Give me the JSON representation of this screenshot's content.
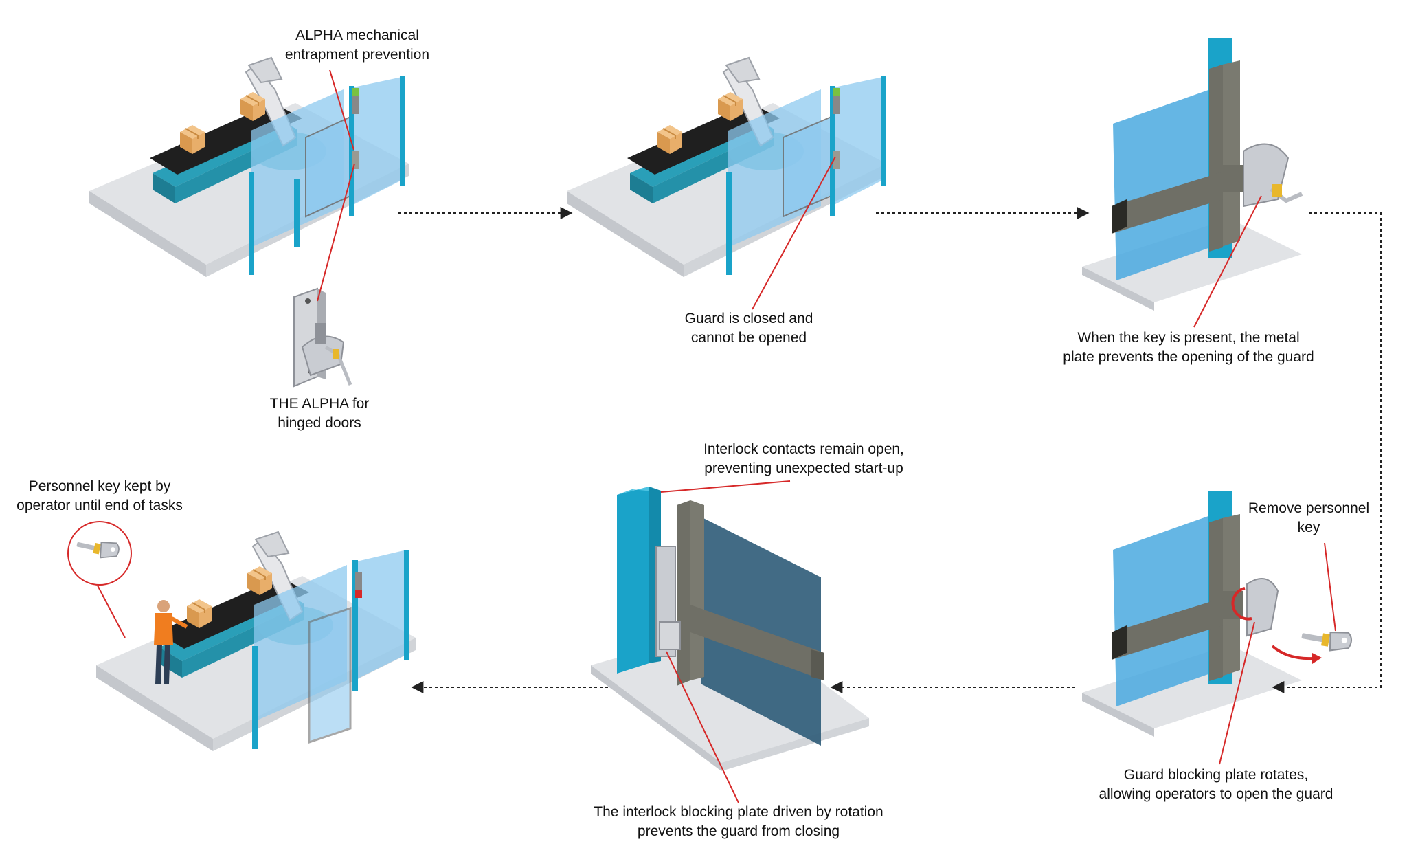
{
  "captions": {
    "alpha_mechanical": "ALPHA mechanical\nentrapment prevention",
    "alpha_hinged": "THE ALPHA for\nhinged doors",
    "guard_closed": "Guard is closed and\ncannot be opened",
    "key_present": "When the key is present, the metal\nplate prevents the opening of the guard",
    "remove_key": "Remove personnel\nkey",
    "plate_rotates": "Guard blocking plate rotates,\nallowing operators to open the guard",
    "contacts_open": "Interlock contacts remain open,\npreventing unexpected start-up",
    "blocking_plate": "The interlock blocking plate driven by rotation\nprevents the guard from closing",
    "key_kept": "Personnel key kept by\noperator until end of tasks"
  },
  "colors": {
    "platform": "#e1e3e6",
    "conveyor": "#2a9fb8",
    "belt": "#1e1e1e",
    "guard_glass": "#8ec9ef",
    "guard_post": "#1aa3c9",
    "interlock_metal": "#6f6f66",
    "leader_line": "#d62828",
    "arrow": "#222222"
  },
  "icons": [
    "robot-arm-icon",
    "box-icon",
    "conveyor-icon",
    "interlock-icon",
    "key-icon",
    "operator-icon",
    "signal-light-icon"
  ]
}
